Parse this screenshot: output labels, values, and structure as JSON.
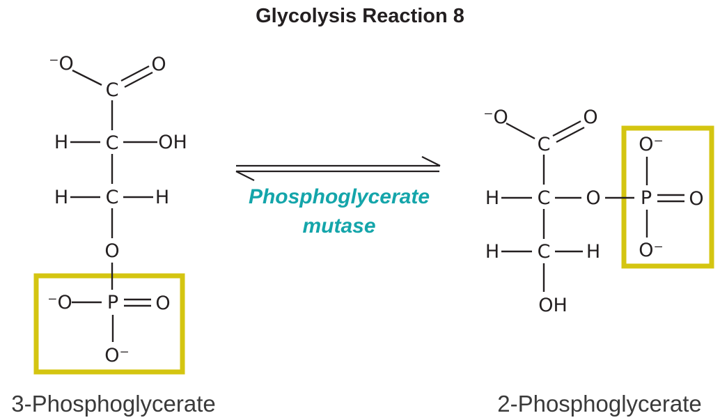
{
  "title": "Glycolysis Reaction 8",
  "enzyme": {
    "line1": "Phosphoglycerate",
    "line2": "mutase",
    "color": "#14a5aa"
  },
  "colors": {
    "ink": "#231f20",
    "highlight_box": "#d4c511",
    "molecule_label": "#3a3a3a"
  },
  "left_molecule": {
    "label": "3-Phosphoglycerate",
    "atoms": {
      "o_carboxyl_minus": "⁻O",
      "o_carboxyl_dbl": "O",
      "c1": "C",
      "h_c2_left": "H",
      "c2": "C",
      "oh_c2": "OH",
      "h_c3_left": "H",
      "c3": "C",
      "h_c3_right": "H",
      "o_ester": "O",
      "o_phosphate_left": "⁻O",
      "p": "P",
      "o_phosphate_dbl": "O",
      "o_phosphate_bottom": "O⁻"
    }
  },
  "right_molecule": {
    "label": "2-Phosphoglycerate",
    "atoms": {
      "o_carboxyl_minus": "⁻O",
      "o_carboxyl_dbl": "O",
      "c1": "C",
      "h_c2_left": "H",
      "c2": "C",
      "o_ester": "O",
      "p": "P",
      "o_p_dbl": "O",
      "o_p_top": "O⁻",
      "h_c3_left": "H",
      "c3": "C",
      "h_c3_right": "H",
      "o_p_bottom": "O⁻",
      "oh_c3": "OH"
    }
  }
}
